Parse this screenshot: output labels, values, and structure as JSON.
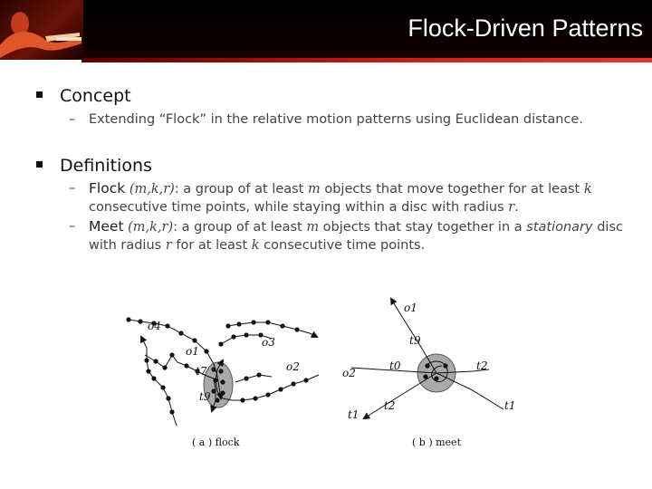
{
  "slide": {
    "title": "Flock-Driven Patterns"
  },
  "concept": {
    "heading": "Concept",
    "text": "Extending “Flock” in the relative motion patterns using Euclidean distance."
  },
  "definitions": {
    "heading": "Definitions",
    "flock": {
      "term": "Flock",
      "params": "(m,k,r)",
      "text_a": ": a group of at least ",
      "m": "m",
      "text_b": " objects that move together for at least ",
      "k": "k",
      "text_c": " consecutive time points, while staying within a disc with radius ",
      "r": "r",
      "text_d": "."
    },
    "meet": {
      "term": "Meet",
      "params": "(m,k,r)",
      "text_a": ": a group of at least ",
      "m": "m",
      "text_b": " objects that stay together in a ",
      "stationary": "stationary",
      "text_c": " disc with radius ",
      "r": "r",
      "text_d": " for at least ",
      "k": "k",
      "text_e": " consecutive time points."
    }
  },
  "figure": {
    "flock": {
      "caption": "( a ) flock",
      "labels": {
        "o4": "o4",
        "o1": "o1",
        "o3": "o3",
        "o2": "o2",
        "t7": "t7",
        "t9": "t9"
      }
    },
    "meet": {
      "caption": "( b ) meet",
      "labels": {
        "o1": "o1",
        "t9": "t9",
        "o2": "o2",
        "t0": "t0",
        "t2a": "t2",
        "t2b": "t2",
        "t1a": "t1",
        "t1b": "t1"
      }
    }
  },
  "colors": {
    "header_bg": "#000000",
    "accent_red": "#c0201a",
    "disc_fill": "#a9a9a9"
  }
}
